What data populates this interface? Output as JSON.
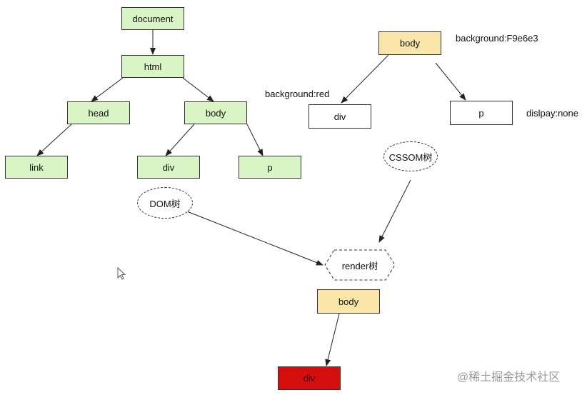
{
  "dom_tree": {
    "document": "document",
    "html": "html",
    "head": "head",
    "body": "body",
    "link": "link",
    "div": "div",
    "p": "p",
    "caption": "DOM树"
  },
  "cssom_tree": {
    "body": "body",
    "body_style": "background:F9e6e3",
    "div": "div",
    "div_style": "background:red",
    "p": "p",
    "p_style": "dislpay:none",
    "caption": "CSSOM树"
  },
  "render_tree": {
    "caption": "render树",
    "body": "body",
    "div": "div"
  },
  "watermark": "@稀土掘金技术社区",
  "colors": {
    "dom_node": "#d9f5c5",
    "body_node": "#f9e6a8",
    "render_div": "#d40d0d",
    "stroke": "#222222"
  },
  "icons": {
    "cursor": "mouse-pointer-icon"
  }
}
